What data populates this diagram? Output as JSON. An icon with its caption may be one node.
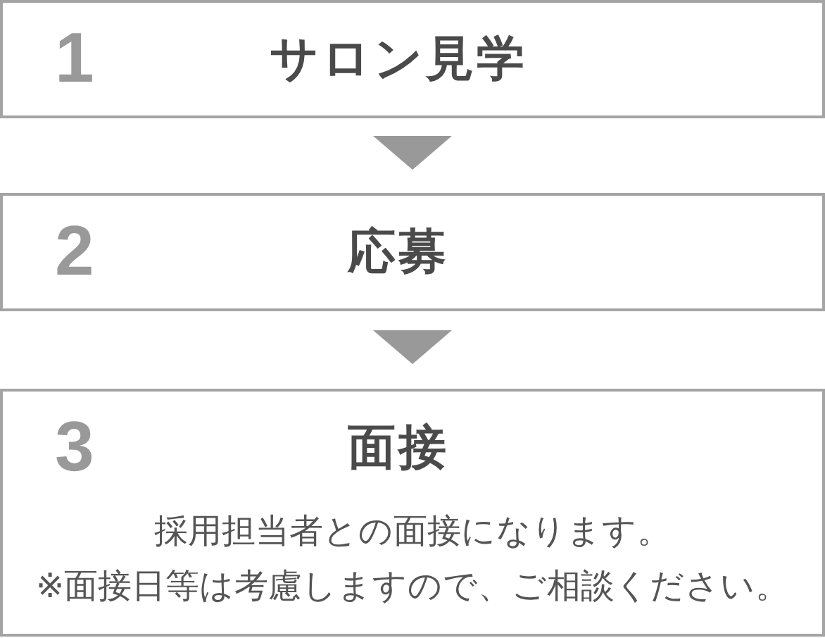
{
  "diagram": {
    "nodes": [
      {
        "text": [
          "1",
          "サロン見学"
        ]
      },
      {
        "text": [
          "2",
          "応募"
        ]
      },
      {
        "text": [
          "3",
          "面接",
          "採用担当者との面接になります。",
          "※面接日等は考慮しますので、ご相談ください。"
        ]
      }
    ],
    "edges": [
      {
        "from": 0,
        "to": 1,
        "arrow": "to"
      },
      {
        "from": 1,
        "to": 2,
        "arrow": "to"
      }
    ]
  }
}
